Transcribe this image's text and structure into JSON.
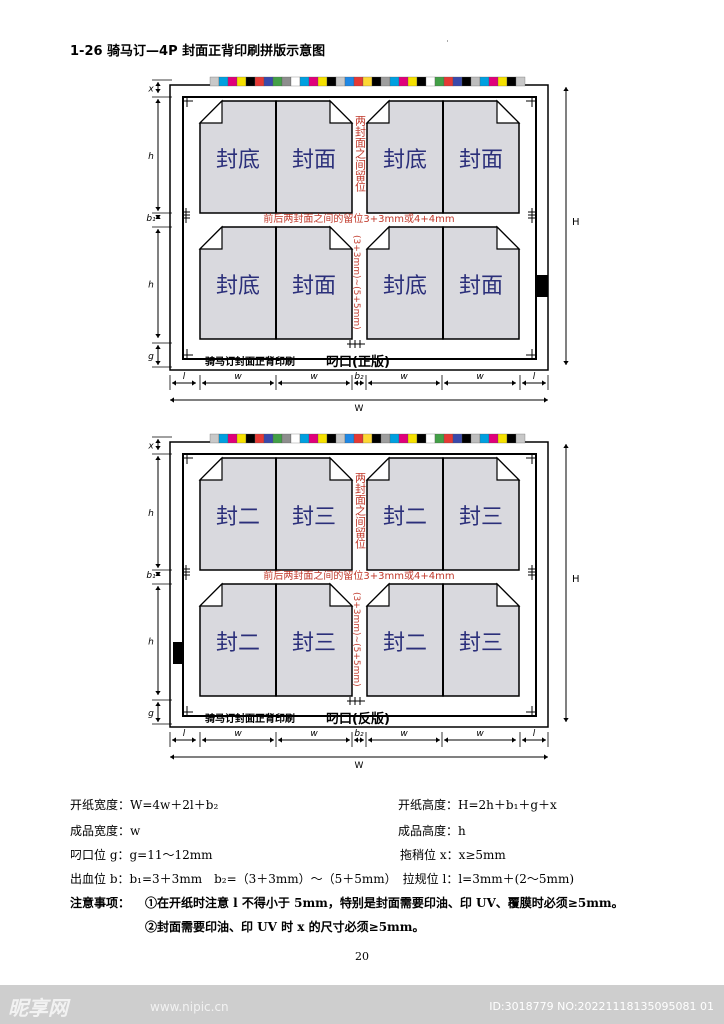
{
  "title": "1-26 骑马订—4P 封面正背印刷拼版示意图",
  "stray_mark": "˙",
  "diagrams": [
    {
      "page_labels": [
        [
          "封底",
          "封面"
        ],
        [
          "封底",
          "封面"
        ],
        [
          "封底",
          "封面"
        ],
        [
          "封底",
          "封面"
        ]
      ],
      "footer_left": "骑马订封面正背印刷",
      "footer_right": "叼口(正版)",
      "vertical_note_top": "两封面之间留位",
      "horizontal_note": "前后两封面之间的留位3+3mm或4+4mm",
      "vertical_note_bottom": "(3+3mm)~(5+5mm)",
      "dims_left": [
        "x",
        "h",
        "b₁",
        "h",
        "g"
      ],
      "dims_bottom": [
        "l",
        "w",
        "w",
        "b₂",
        "w",
        "w",
        "l"
      ],
      "dim_right": "H",
      "dim_total": "W"
    },
    {
      "page_labels": [
        [
          "封二",
          "封三"
        ],
        [
          "封二",
          "封三"
        ],
        [
          "封二",
          "封三"
        ],
        [
          "封二",
          "封三"
        ]
      ],
      "footer_left": "骑马订封面正背印刷",
      "footer_right": "叼口(反版)",
      "vertical_note_top": "两封面之间留位",
      "horizontal_note": "前后两封面之间的留位3+3mm或4+4mm",
      "vertical_note_bottom": "(3+3mm)~(5+5mm)",
      "dims_left": [
        "x",
        "h",
        "b₁",
        "h",
        "g"
      ],
      "dims_bottom": [
        "l",
        "w",
        "w",
        "b₂",
        "w",
        "w",
        "l"
      ],
      "dim_right": "H",
      "dim_total": "W"
    }
  ],
  "colors": {
    "page_fill": "#d9d9de",
    "label": "#2b2f7a",
    "note_red": "#c0392b",
    "color_bar": [
      "#c8c8c8",
      "#00a0e0",
      "#e0007a",
      "#f5e000",
      "#000000",
      "#e53935",
      "#3949ab",
      "#43a047",
      "#8e8e8e",
      "#ffffff",
      "#00a0e0",
      "#e0007a",
      "#f5e000",
      "#000000",
      "#c8c8c8",
      "#1e88e5",
      "#e53935",
      "#fdd835",
      "#000000",
      "#9e9e9e",
      "#00a0e0",
      "#e0007a",
      "#f5e000",
      "#000000",
      "#ffffff",
      "#43a047",
      "#e53935",
      "#3949ab",
      "#000000",
      "#bdbdbd",
      "#00a0e0",
      "#e0007a",
      "#f5e000",
      "#000000",
      "#c8c8c8"
    ]
  },
  "notes": {
    "row1_left": "开纸宽度：W=4w＋2l＋b₂",
    "row1_right": "开纸高度：H=2h＋b₁＋g＋x",
    "row2_left": "成品宽度：w",
    "row2_right": "成品高度：h",
    "row3_left": "叼口位 g：g=11～12mm",
    "row3_right": "拖稍位 x：x≥5mm",
    "row4": "出血位 b：b₁=3＋3mm　b₂=（3＋3mm）～（5＋5mm）　拉规位 l：l=3mm＋(2～5mm)",
    "attn_label": "注意事项：",
    "attn_1": "①在开纸时注意 l 不得小于 5mm，特别是封面需要印油、印 UV、覆膜时必须≥5mm。",
    "attn_2": "②封面需要印油、印 UV 时 x 的尺寸必须≥5mm。"
  },
  "page_number": "20",
  "watermark": {
    "logo": "昵享网",
    "site": "www.nipic.cn",
    "id": "ID:3018779 NO:20221118135095081 01"
  }
}
